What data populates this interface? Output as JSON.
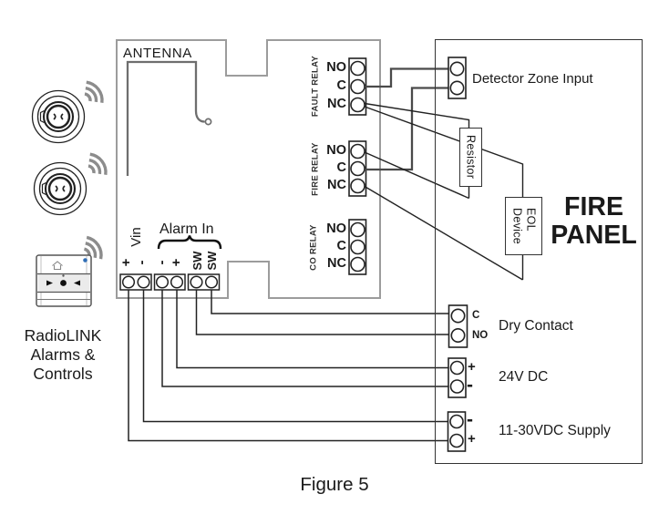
{
  "figure_caption": "Figure 5",
  "radiolink": {
    "lines": [
      "RadioLINK",
      "Alarms &",
      "Controls"
    ]
  },
  "module": {
    "antenna": "ANTENNA",
    "vin": "Vin",
    "alarm_in": "Alarm In",
    "terminals": [
      "+",
      "-",
      "-",
      "+",
      "SW",
      "SW"
    ],
    "relays": [
      {
        "name": "FAULT RELAY",
        "t": [
          "NO",
          "C",
          "NC"
        ]
      },
      {
        "name": "FIRE RELAY",
        "t": [
          "NO",
          "C",
          "NC"
        ]
      },
      {
        "name": "CO RELAY",
        "t": [
          "NO",
          "C",
          "NC"
        ]
      }
    ]
  },
  "panel": {
    "title": [
      "FIRE",
      "PANEL"
    ],
    "detector_zone": "Detector Zone Input",
    "resistor": "Resistor",
    "eol": [
      "EOL",
      "Device"
    ],
    "dry_contact": {
      "label": "Dry Contact",
      "t": [
        "C",
        "NO"
      ]
    },
    "dc_24v": {
      "label": "24V DC",
      "t": [
        "+",
        "-"
      ]
    },
    "supply": {
      "label": "11-30VDC Supply",
      "t": [
        "-",
        "+"
      ]
    }
  },
  "colors": {
    "wire": "#222222",
    "thick_wire": "#4a4a4a",
    "module_outline": "#9c9c9c",
    "waves": "#8c8c8c",
    "indicator_blue": "#2f6db5"
  }
}
